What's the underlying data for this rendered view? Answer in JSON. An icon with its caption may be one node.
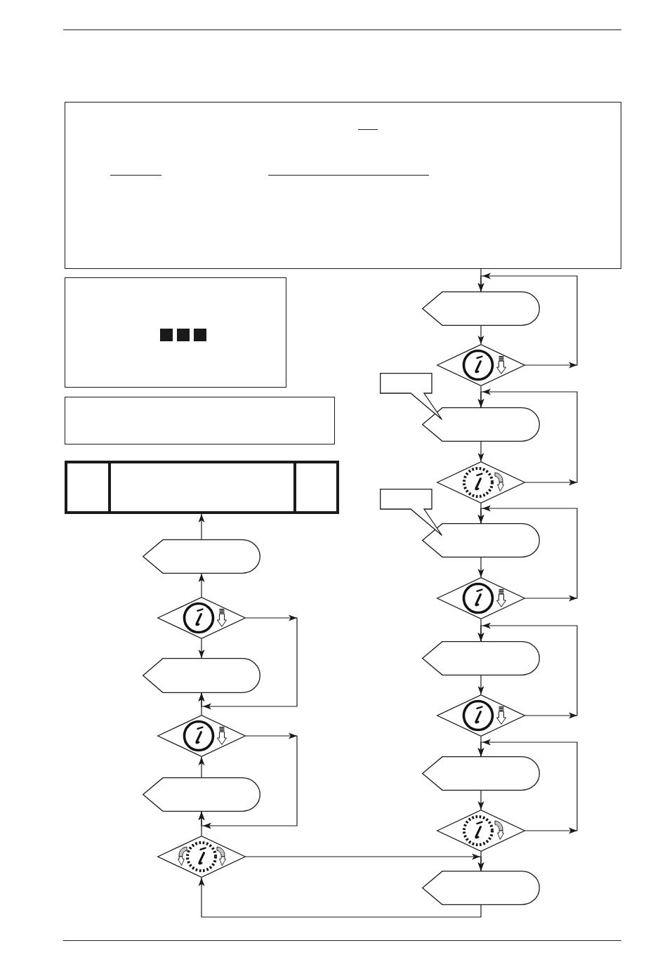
{
  "diagram": {
    "nodes": [
      {
        "text": [],
        "shape": "box"
      },
      {
        "text": [],
        "shape": "box"
      },
      {
        "text": [],
        "shape": "box"
      },
      {
        "text": [],
        "shape": "box"
      },
      {
        "text": [],
        "shape": "display"
      },
      {
        "text": [],
        "shape": "diamond"
      },
      {
        "text": [],
        "shape": "callout"
      },
      {
        "text": [],
        "shape": "display"
      },
      {
        "text": [],
        "shape": "diamond"
      },
      {
        "text": [],
        "shape": "callout"
      },
      {
        "text": [],
        "shape": "display"
      },
      {
        "text": [],
        "shape": "diamond"
      },
      {
        "text": [],
        "shape": "display"
      },
      {
        "text": [],
        "shape": "diamond"
      },
      {
        "text": [],
        "shape": "display"
      },
      {
        "text": [],
        "shape": "diamond"
      },
      {
        "text": [],
        "shape": "display"
      },
      {
        "text": [],
        "shape": "display"
      },
      {
        "text": [],
        "shape": "diamond"
      },
      {
        "text": [],
        "shape": "display"
      },
      {
        "text": [],
        "shape": "diamond"
      },
      {
        "text": [],
        "shape": "display"
      },
      {
        "text": [],
        "shape": "diamond"
      }
    ],
    "edges": [
      {
        "from": 0,
        "to": 4,
        "arrow": "to"
      },
      {
        "from": 4,
        "to": 5,
        "arrow": "to"
      },
      {
        "from": 5,
        "to": 4,
        "arrow": "to"
      },
      {
        "from": 5,
        "to": 7,
        "arrow": "to"
      },
      {
        "from": 7,
        "to": 8,
        "arrow": "to"
      },
      {
        "from": 8,
        "to": 7,
        "arrow": "to"
      },
      {
        "from": 8,
        "to": 10,
        "arrow": "to"
      },
      {
        "from": 10,
        "to": 11,
        "arrow": "to"
      },
      {
        "from": 11,
        "to": 10,
        "arrow": "to"
      },
      {
        "from": 11,
        "to": 12,
        "arrow": "to"
      },
      {
        "from": 12,
        "to": 13,
        "arrow": "to"
      },
      {
        "from": 13,
        "to": 12,
        "arrow": "to"
      },
      {
        "from": 13,
        "to": 14,
        "arrow": "to"
      },
      {
        "from": 14,
        "to": 15,
        "arrow": "to"
      },
      {
        "from": 15,
        "to": 14,
        "arrow": "to"
      },
      {
        "from": 15,
        "to": 16,
        "arrow": "to"
      },
      {
        "from": 22,
        "to": 16,
        "arrow": "to"
      },
      {
        "from": 16,
        "to": 22,
        "arrow": "to"
      },
      {
        "from": 22,
        "to": 21,
        "arrow": "to"
      },
      {
        "from": 21,
        "to": 20,
        "arrow": "to"
      },
      {
        "from": 20,
        "to": 21,
        "arrow": "to"
      },
      {
        "from": 20,
        "to": 19,
        "arrow": "to"
      },
      {
        "from": 18,
        "to": 19,
        "arrow": "to"
      },
      {
        "from": 18,
        "to": 19,
        "arrow": "to"
      },
      {
        "from": 18,
        "to": 17,
        "arrow": "to"
      },
      {
        "from": 17,
        "to": 3,
        "arrow": "to"
      }
    ]
  }
}
